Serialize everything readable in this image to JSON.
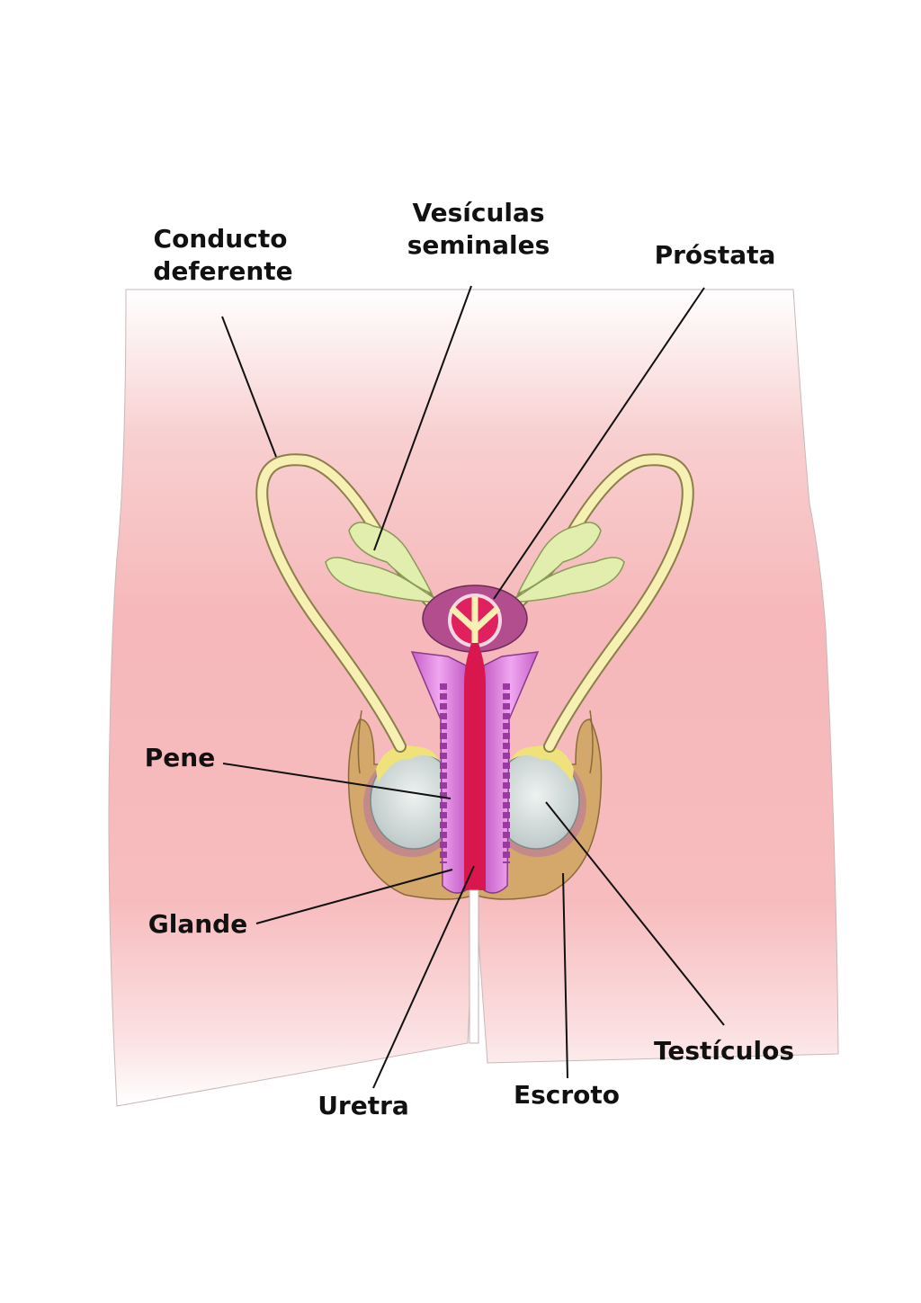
{
  "labels": {
    "conducto_1": "Conducto",
    "conducto_2": "deferente",
    "vesiculas_1": "Vesículas",
    "vesiculas_2": "seminales",
    "prostata": "Próstata",
    "pene": "Pene",
    "glande": "Glande",
    "uretra": "Uretra",
    "escroto": "Escroto",
    "testiculos": "Testículos"
  },
  "colors": {
    "body": "#f6b9bb",
    "vas_deferens": "#f6f0b2",
    "seminal_vesicles": "#e1eeae",
    "prostate_outer": "#b24e8e",
    "prostate_inner": "#e0215e",
    "penis_tissue": "#e48ae6",
    "urethra": "#d9174f",
    "scrotum": "#d3a86a",
    "testicle": "#d6dedd"
  }
}
